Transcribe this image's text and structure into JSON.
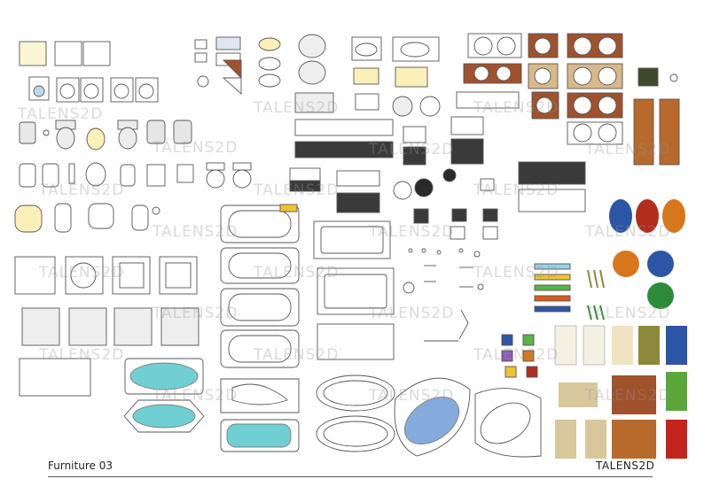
{
  "footer": {
    "title": "Furniture 03",
    "brand": "TALENS2D"
  },
  "watermark": {
    "text": "TALENS2D"
  },
  "colors": {
    "line": "#555555",
    "water": "#3fc0c4",
    "water_blue": "#5b8fd0",
    "wood": "#a0522d",
    "dark_cabinet": "#3a3a3a",
    "rug_blue": "#2d55a6",
    "rug_red": "#b22d1c",
    "rug_orange": "#d8761b",
    "rug_green": "#2e8b3a",
    "rug_olive": "#8c8a3a",
    "rug_beige": "#d8c79a"
  }
}
